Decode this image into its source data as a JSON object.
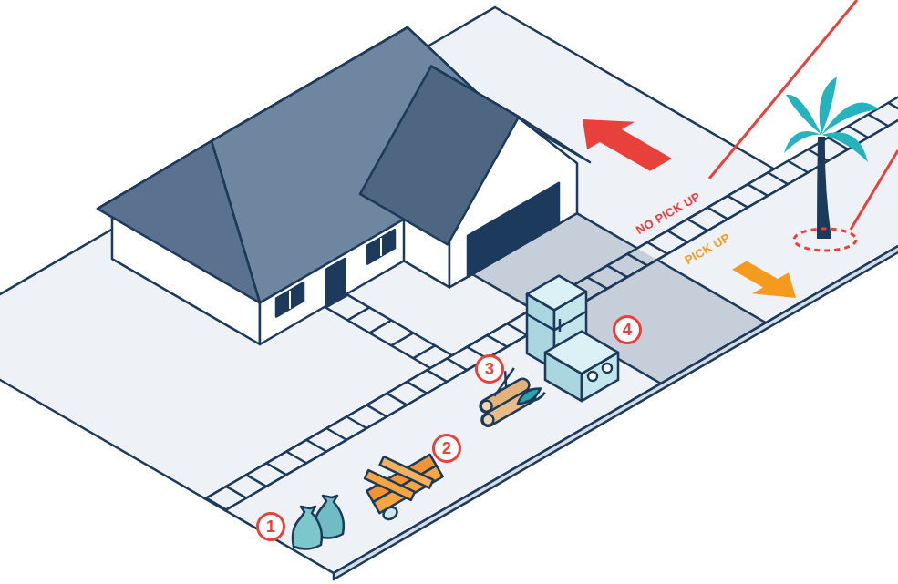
{
  "diagram": {
    "nodes": [
      {
        "text": [
          "1"
        ]
      },
      {
        "text": [
          "2"
        ]
      },
      {
        "text": [
          "3"
        ]
      },
      {
        "text": [
          "4"
        ]
      }
    ],
    "labels": [
      "NO PICK UP",
      "PICK UP"
    ]
  }
}
